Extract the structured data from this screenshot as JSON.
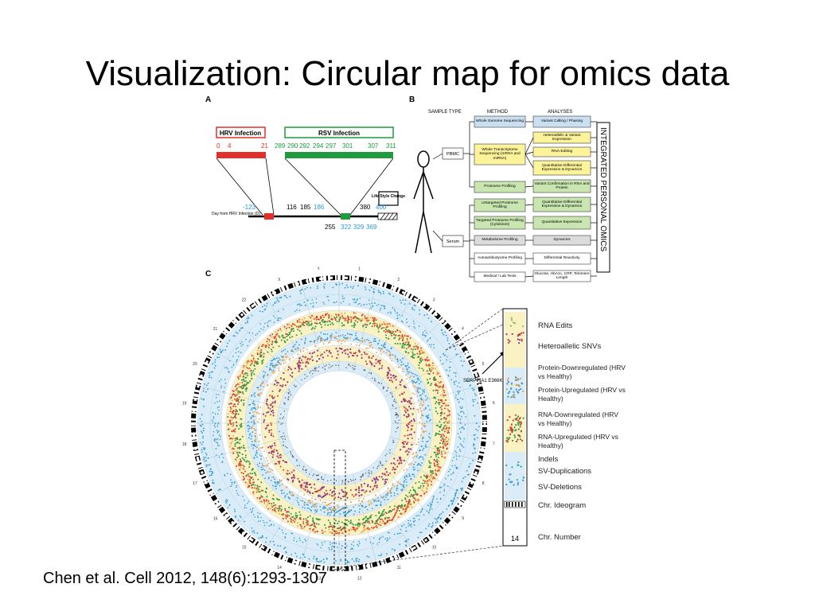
{
  "slide": {
    "title": "Visualization: Circular map for omics data",
    "citation": "Chen et al. Cell 2012, 148(6):1293-1307"
  },
  "panelA": {
    "label": "A",
    "hrv": {
      "title": "HRV Infection",
      "ticks": [
        "0",
        "4",
        "21"
      ]
    },
    "rsv": {
      "title": "RSV Infection",
      "ticks": [
        "289",
        "290",
        "292",
        "294",
        "297",
        "301",
        "307",
        "311"
      ]
    },
    "lifestyle": "Life Style Change",
    "axis_label": "Day from HRV Infection (D)",
    "points_top": [
      "-123",
      "116",
      "185",
      "186",
      "380",
      "400"
    ],
    "points_bottom": [
      "255",
      "322",
      "329",
      "369"
    ],
    "colors": {
      "hrv": "#e0322a",
      "rsv": "#1f9a3f",
      "blue": "#2b9bd8"
    }
  },
  "panelB": {
    "label": "B",
    "col_headers": [
      "SAMPLE TYPE",
      "METHOD",
      "ANALYSES"
    ],
    "samples": [
      "PBMC",
      "Serum"
    ],
    "methods": [
      {
        "text": "Whole Genome Sequencing",
        "color": "#c9dff2"
      },
      {
        "text": "Whole Transcriptome Sequencing (mRNA and miRNA)",
        "color": "#fdf39a"
      },
      {
        "text": "Proteome Profiling",
        "color": "#c9e6b0"
      },
      {
        "text": "Untargeted Proteome Profiling",
        "color": "#c9e6b0"
      },
      {
        "text": "Targeted Proteome Profiling (Cytokines)",
        "color": "#c9e6b0"
      },
      {
        "text": "Metabolome Profiling",
        "color": "#dcdcdc"
      },
      {
        "text": "Autoantibodyome Profiling",
        "color": "#ffffff"
      },
      {
        "text": "Medical / Lab Tests",
        "color": "#ffffff"
      }
    ],
    "analyses": [
      {
        "text": "Variant Calling / Phasing",
        "color": "#c9dff2"
      },
      {
        "text": "Heteroallelic & Variant Expression",
        "color": "#fdf39a"
      },
      {
        "text": "RNA-Editing",
        "color": "#fdf39a"
      },
      {
        "text": "Quantitative Differential Expression & Dynamics",
        "color": "#fdf39a"
      },
      {
        "text": "Variant Confirmation in RNA and Protein",
        "color": "#c9e6b0"
      },
      {
        "text": "Quantitative Differential Expression & Dynamics",
        "color": "#c9e6b0"
      },
      {
        "text": "Quantitative Expression",
        "color": "#c9e6b0"
      },
      {
        "text": "Dynamics",
        "color": "#dcdcdc"
      },
      {
        "text": "Differential Reactivity",
        "color": "#ffffff"
      },
      {
        "text": "Glucose, HbA1c, CRP, Telomere Length",
        "color": "#ffffff"
      }
    ],
    "side_label": "INTEGRATED PERSONAL OMICS"
  },
  "panelC": {
    "label": "C",
    "callout": "SERPINA1 E366K",
    "strip_number": "14",
    "bottom_number": "14",
    "legend": [
      "RNA Edits",
      "Heteroallelic SNVs",
      "Protein-Downregulated (HRV vs Healthy)",
      "Protein-Upregulated (HRV vs Healthy)",
      "RNA-Downregulated (HRV vs Healthy)",
      "RNA-Upregulated (HRV vs Healthy)",
      "Indels",
      "SV-Duplications",
      "SV-Deletions",
      "Chr. Ideogram",
      "Chr. Number"
    ],
    "chromosomes": [
      "1",
      "2",
      "3",
      "4",
      "5",
      "6",
      "7",
      "8",
      "9",
      "10",
      "11",
      "12",
      "13",
      "14",
      "15",
      "16",
      "17",
      "18",
      "19",
      "20",
      "21",
      "22",
      "X",
      "Y"
    ],
    "colors": {
      "ring_yellow": "#fbf2c4",
      "ring_blue": "#d9ecf7",
      "red": "#d93a2b",
      "green": "#2e9a3e",
      "blue": "#3399d6",
      "orange": "#f29a2e",
      "purple": "#8b3a8f"
    }
  }
}
